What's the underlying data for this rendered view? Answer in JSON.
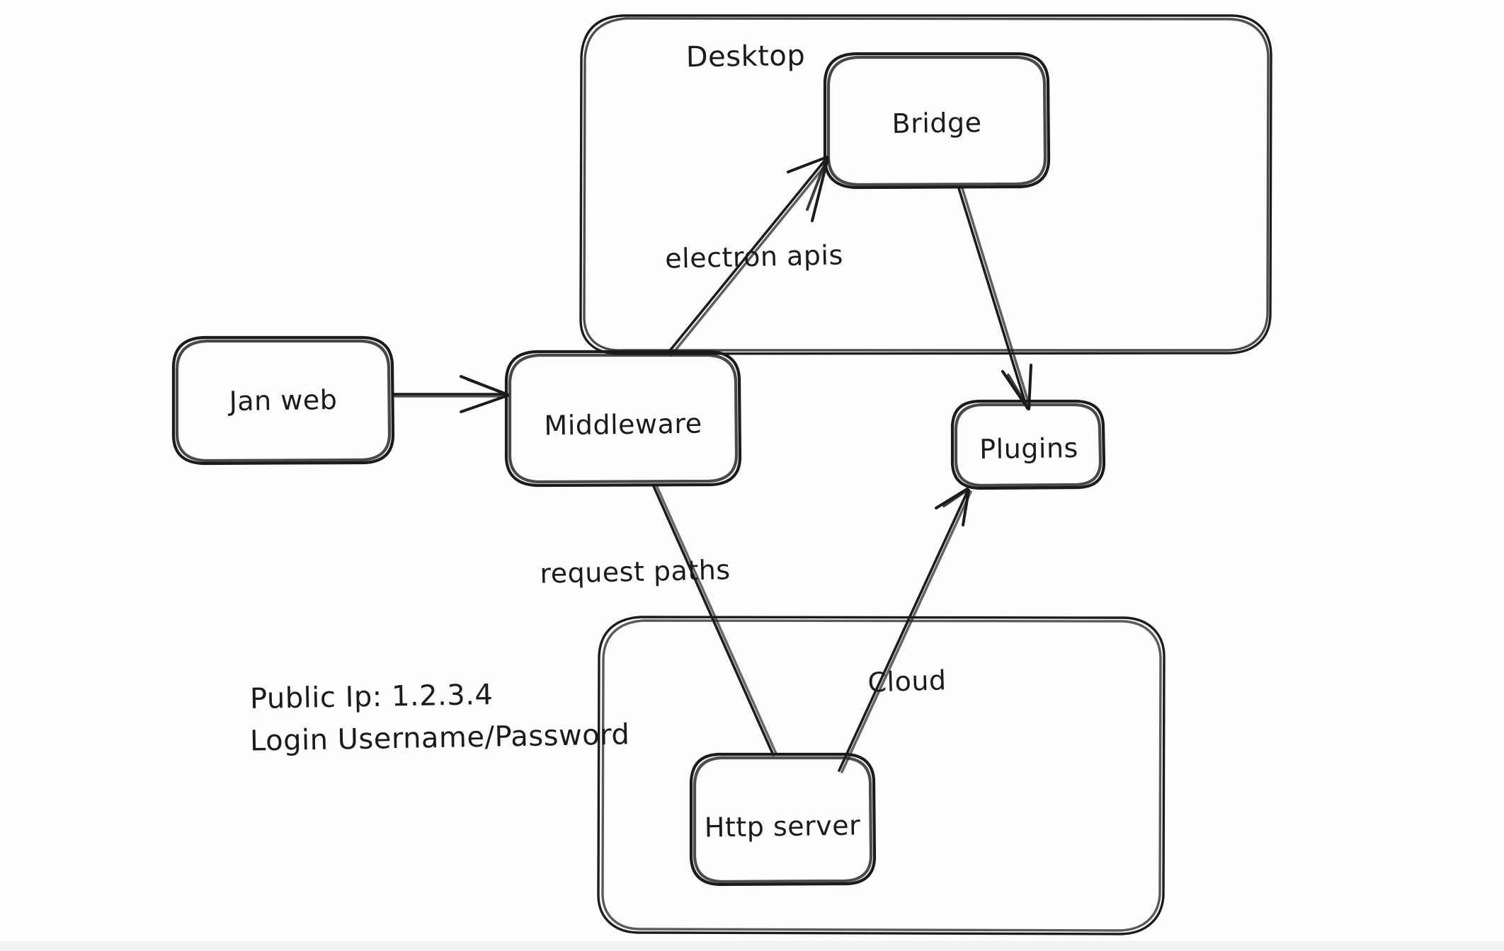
{
  "diagram": {
    "title_visible": false,
    "background_color": "#fdfdfd",
    "stroke_color": "#1b1b1b",
    "groups": [
      {
        "id": "desktop",
        "label": "Desktop"
      },
      {
        "id": "cloud",
        "label": "Cloud"
      }
    ],
    "nodes": [
      {
        "id": "jan-web",
        "label": "Jan web"
      },
      {
        "id": "middleware",
        "label": "Middleware"
      },
      {
        "id": "bridge",
        "label": "Bridge"
      },
      {
        "id": "plugins",
        "label": "Plugins"
      },
      {
        "id": "http-server",
        "label": "Http server"
      }
    ],
    "edge_labels": [
      {
        "id": "electron-apis",
        "label": "electron apis"
      },
      {
        "id": "request-paths",
        "label": "request paths"
      }
    ],
    "notes": [
      {
        "id": "public-ip",
        "label": "Public Ip: 1.2.3.4"
      },
      {
        "id": "login-cred",
        "label": "Login Username/Password"
      }
    ]
  }
}
